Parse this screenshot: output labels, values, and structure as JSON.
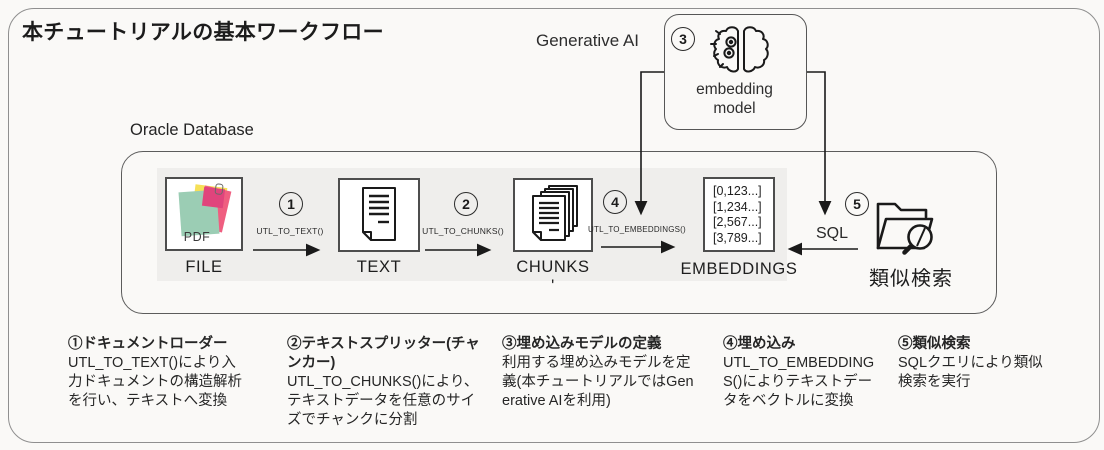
{
  "title": "本チュートリアルの基本ワークフロー",
  "generative_ai_label": "Generative AI",
  "embedding_box": {
    "number": "3",
    "caption_line1": "embedding",
    "caption_line2": "model"
  },
  "oracle": {
    "label": "Oracle Database"
  },
  "flow": {
    "file": {
      "icon_text": "PDF",
      "label": "FILE"
    },
    "step1": {
      "number": "1",
      "function": "UTL_TO_TEXT()"
    },
    "text": {
      "label": "TEXT"
    },
    "step2": {
      "number": "2",
      "function": "UTL_TO_CHUNKS()"
    },
    "chunks": {
      "label": "CHUNKS '"
    },
    "step4": {
      "number": "4",
      "function": "UTL_TO_EMBEDDINGS()"
    },
    "embeddings": {
      "rows": [
        "[0,123...]",
        "[1,234...]",
        "[2,567...]",
        "[3,789...]"
      ],
      "label": "EMBEDDINGS"
    },
    "step5": {
      "number": "5",
      "sql_label": "SQL"
    },
    "search": {
      "label": "類似検索"
    }
  },
  "notes": [
    {
      "heading": "①ドキュメントローダー",
      "body": "UTL_TO_TEXT()により入力ドキュメントの構造解析を行い、テキストへ変換"
    },
    {
      "heading": "②テキストスプリッター(チャンカー)",
      "body": "UTL_TO_CHUNKS()により、テキストデータを任意のサイズでチャンクに分割"
    },
    {
      "heading": "③埋め込みモデルの定義",
      "body": "利用する埋め込みモデルを定義(本チュートリアルではGenerative AIを利用)"
    },
    {
      "heading": "④埋め込み",
      "body": "UTL_TO_EMBEDDINGS()によりテキストデータをベクトルに変換"
    },
    {
      "heading": "⑤類似検索",
      "body": "SQLクエリにより類似検索を実行"
    }
  ],
  "colors": {
    "background": "#faf9f7",
    "frame_border": "#8f8f8f",
    "box_border": "#4d4d4d",
    "stroke": "#1a1a1a",
    "icon_strip": "#efeeec",
    "pdf_green": "#9bcdb4",
    "pdf_yellow": "#f6e057",
    "pdf_pink": "#ef5e80",
    "pdf_magenta": "#e0447c"
  }
}
